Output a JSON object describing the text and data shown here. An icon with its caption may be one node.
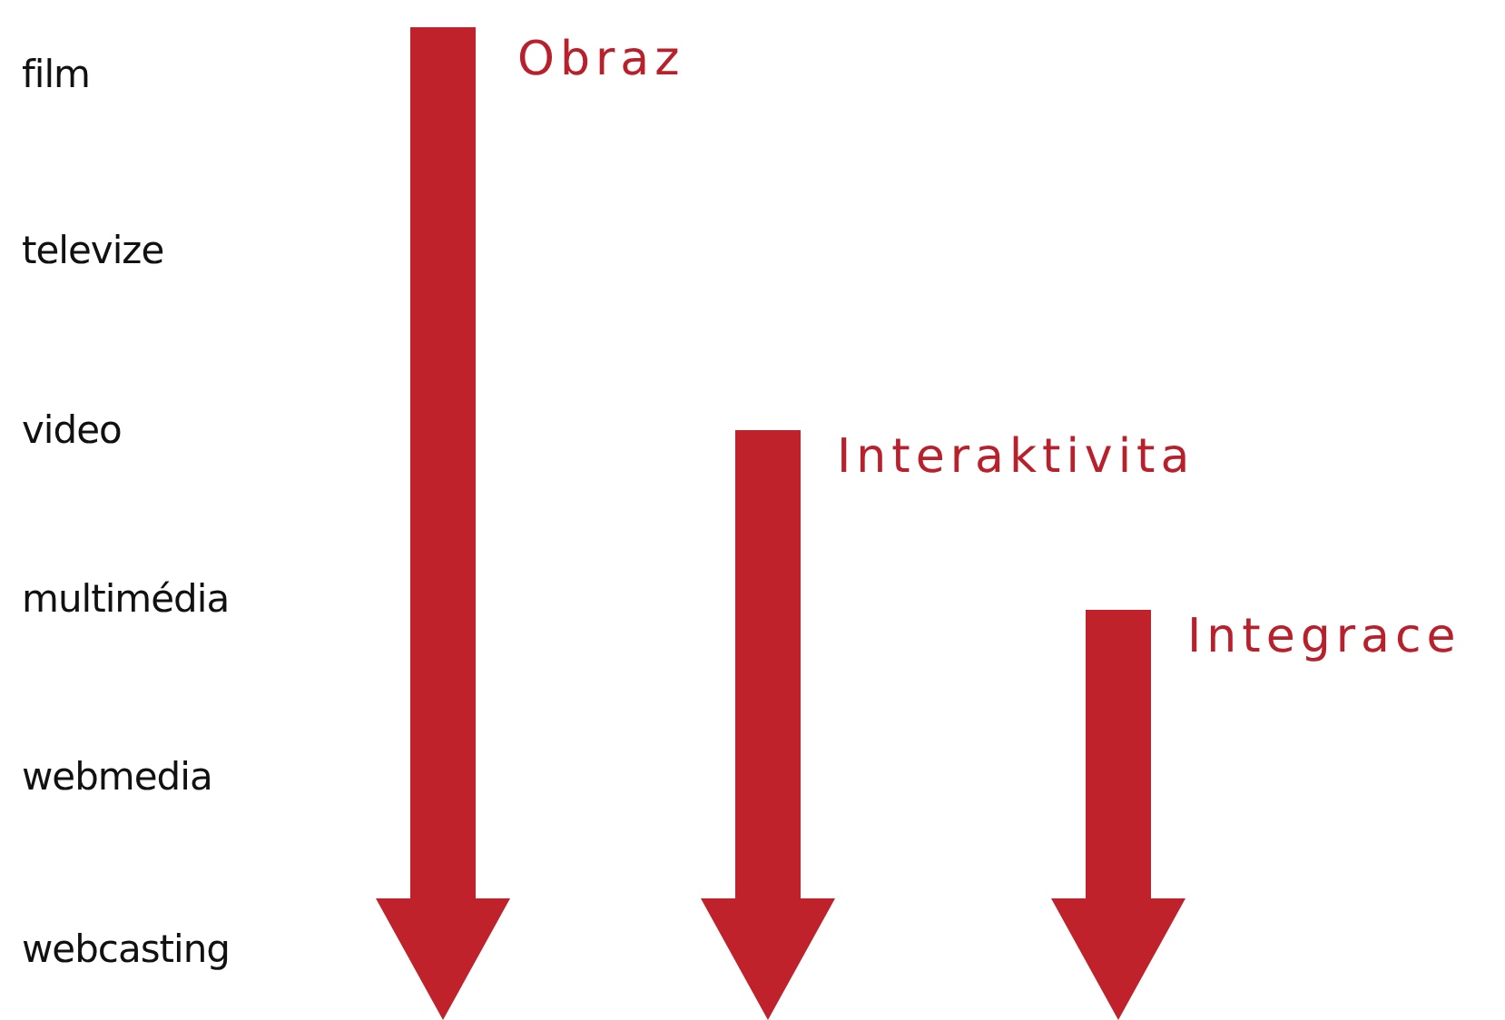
{
  "diagram": {
    "labels": [
      "film",
      "televize",
      "video",
      "multimédia",
      "webmedia",
      "webcasting",
      "Obraz",
      "Interaktivita",
      "Integrace"
    ]
  }
}
